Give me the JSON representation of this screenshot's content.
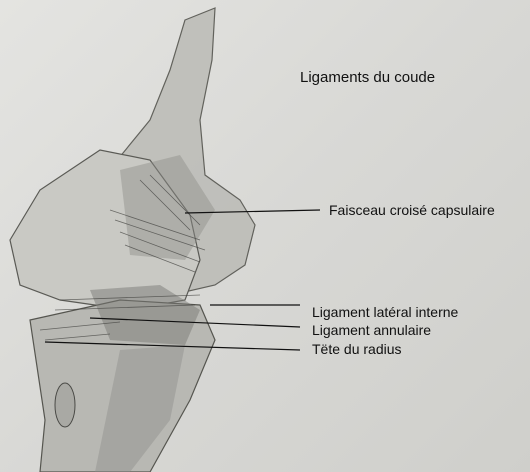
{
  "title": "Ligaments du coude",
  "labels": [
    "Faisceau croisé capsulaire",
    "Ligament latéral interne",
    "Ligament annulaire",
    "Tëte du radius"
  ],
  "colors": {
    "background": "#dcdcd9",
    "pencil": "#4a4a48",
    "shade": "#8a8a86",
    "text": "#111111"
  }
}
